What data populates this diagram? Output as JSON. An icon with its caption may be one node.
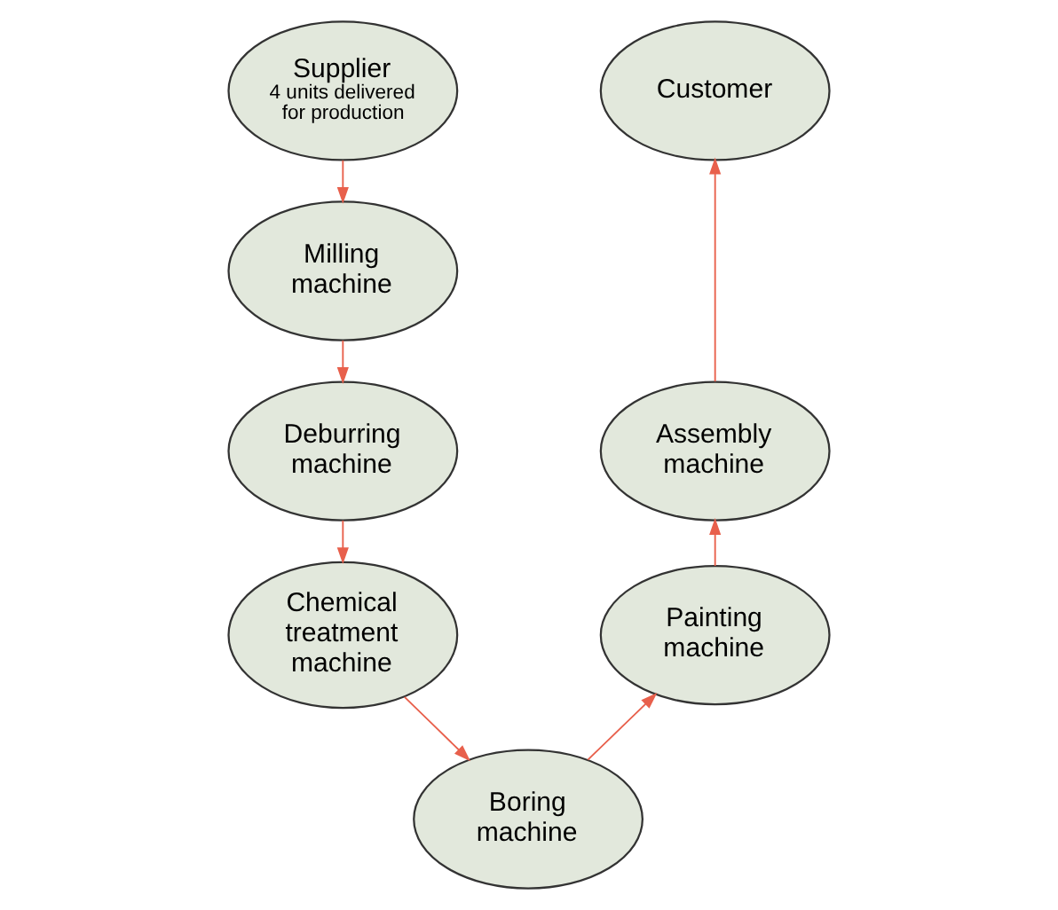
{
  "diagram": {
    "nodes": [
      {
        "text": [
          "Supplier",
          "4 units delivered for production"
        ]
      },
      {
        "text": [
          "Milling machine"
        ]
      },
      {
        "text": [
          "Deburring machine"
        ]
      },
      {
        "text": [
          "Chemical treatment machine"
        ]
      },
      {
        "text": [
          "Boring machine"
        ]
      },
      {
        "text": [
          "Painting machine"
        ]
      },
      {
        "text": [
          "Assembly machine"
        ]
      },
      {
        "text": [
          "Customer"
        ]
      }
    ],
    "edges": [
      {
        "from": 0,
        "to": 1,
        "arrow": "to"
      },
      {
        "from": 1,
        "to": 2,
        "arrow": "to"
      },
      {
        "from": 2,
        "to": 3,
        "arrow": "to"
      },
      {
        "from": 3,
        "to": 4,
        "arrow": "to"
      },
      {
        "from": 4,
        "to": 5,
        "arrow": "to"
      },
      {
        "from": 5,
        "to": 6,
        "arrow": "to"
      },
      {
        "from": 6,
        "to": 7,
        "arrow": "to"
      }
    ]
  }
}
